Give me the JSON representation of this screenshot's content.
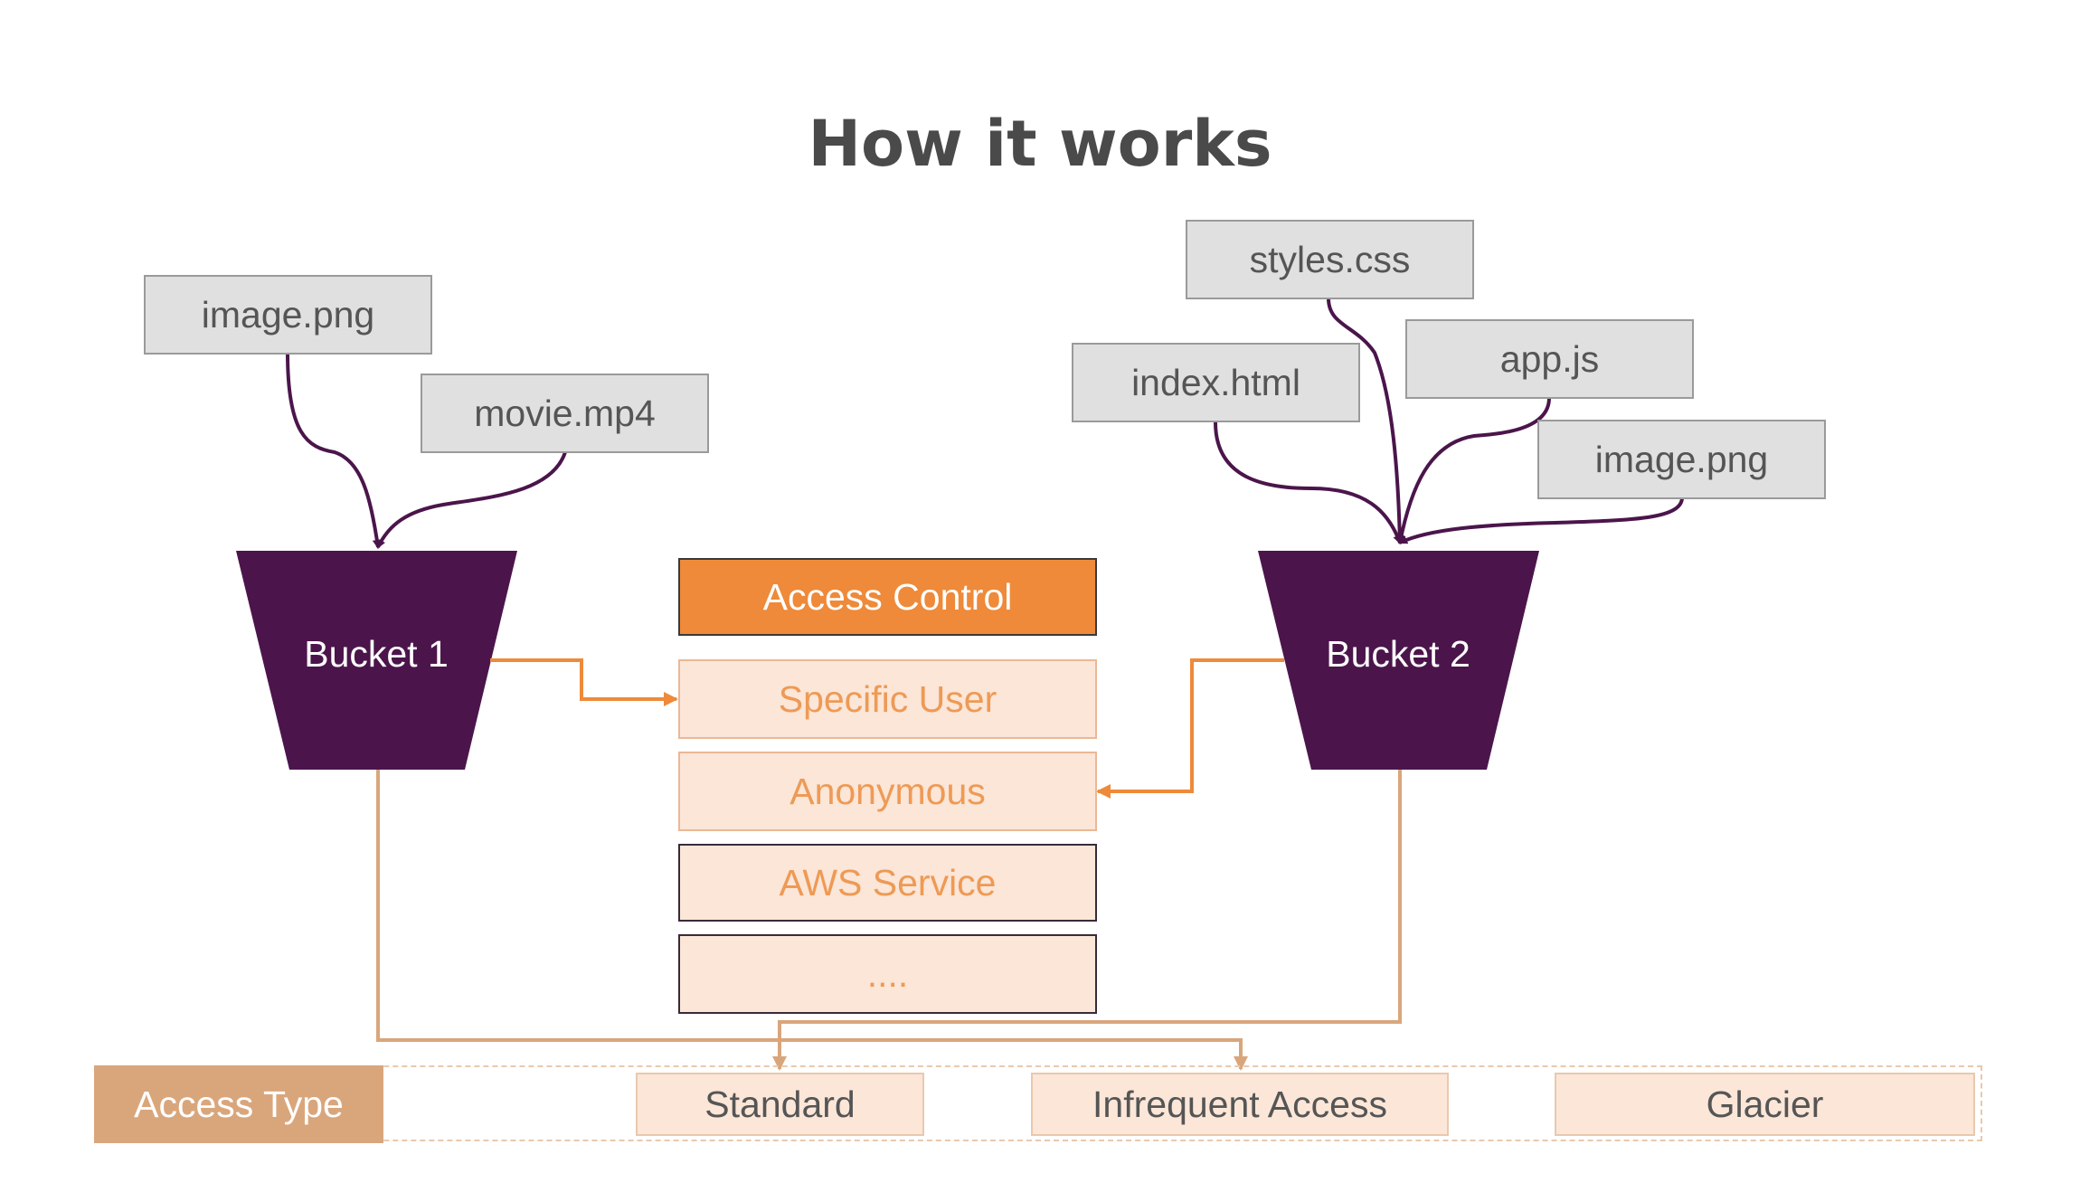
{
  "title": "How it works",
  "buckets": [
    {
      "label": "Bucket 1",
      "color": "#4b154b"
    },
    {
      "label": "Bucket 2",
      "color": "#4b154b"
    }
  ],
  "bucket1_files": [
    "image.png",
    "movie.mp4"
  ],
  "bucket2_files": [
    "styles.css",
    "index.html",
    "app.js",
    "image.png"
  ],
  "access_control": {
    "header": "Access Control",
    "items": [
      "Specific User",
      "Anonymous",
      "AWS Service",
      "...."
    ]
  },
  "access_type": {
    "label": "Access Type",
    "options": [
      "Standard",
      "Infrequent Access",
      "Glacier"
    ]
  },
  "colors": {
    "bucket": "#4b154b",
    "accent_orange": "#ee8a3a",
    "light_orange": "#fbe6d8",
    "connector": "#d9a67c"
  }
}
